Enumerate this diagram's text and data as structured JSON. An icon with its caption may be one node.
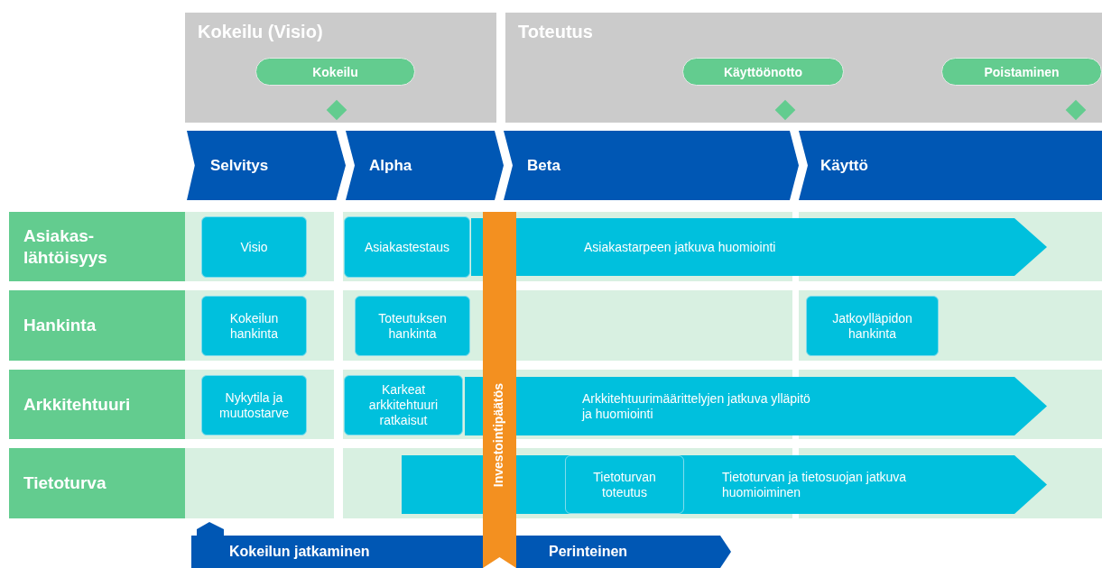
{
  "diagram": {
    "nodes": [
      {
        "text": [
          "Kokeilu (Visio)"
        ]
      },
      {
        "text": [
          "Kokeilu"
        ],
        "in": 0
      },
      {
        "text": [],
        "shape": "diamond",
        "in": 0
      },
      {
        "text": [
          "Toteutus"
        ]
      },
      {
        "text": [
          "Käyttöönotto"
        ],
        "in": 3
      },
      {
        "text": [],
        "shape": "diamond",
        "in": 3
      },
      {
        "text": [
          "Poistaminen"
        ],
        "in": 3
      },
      {
        "text": [],
        "shape": "diamond",
        "in": 3
      },
      {
        "text": [
          "Selvitys"
        ]
      },
      {
        "text": [
          "Alpha"
        ]
      },
      {
        "text": [
          "Beta"
        ]
      },
      {
        "text": [
          "Käyttö"
        ]
      },
      {
        "text": [
          "Asiakas- lähtöisyys"
        ]
      },
      {
        "text": [
          "Hankinta"
        ]
      },
      {
        "text": [
          "Arkkitehtuuri"
        ]
      },
      {
        "text": [
          "Tietoturva"
        ]
      },
      {
        "text": [
          "Visio"
        ]
      },
      {
        "text": [
          "Asiakastestaus"
        ]
      },
      {
        "text": [
          "Asiakastarpeen jatkuva huomiointi"
        ]
      },
      {
        "text": [
          "Kokeilun hankinta"
        ]
      },
      {
        "text": [
          "Toteutuksen hankinta"
        ]
      },
      {
        "text": [
          "Jatkoylläpidon hankinta"
        ]
      },
      {
        "text": [
          "Nykytila ja muutostarve"
        ]
      },
      {
        "text": [
          "Karkeat arkkitehtuuri ratkaisut"
        ]
      },
      {
        "text": [
          "Arkkitehtuurimäärittelyjen jatkuva ylläpitö ja huomiointi"
        ]
      },
      {
        "text": [
          "Tietoturvan ja tietosuojan jatkuva huomioiminen"
        ]
      },
      {
        "text": [
          "Tietoturvan toteutus"
        ],
        "in": 25
      },
      {
        "text": [
          "Investointipäätös"
        ]
      },
      {
        "text": [
          "Kokeilun jatkaminen"
        ]
      },
      {
        "text": [
          "Perinteinen"
        ]
      }
    ],
    "edges": []
  }
}
